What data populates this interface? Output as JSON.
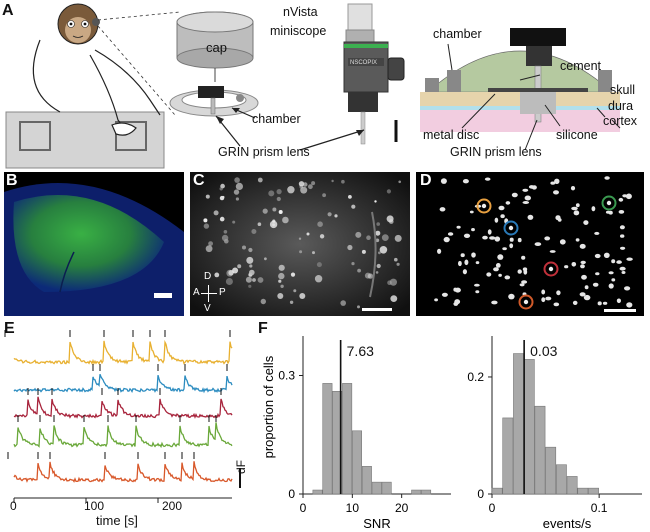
{
  "panels": {
    "A": {
      "letter": "A",
      "labels": {
        "cap": "cap",
        "nvista": "nVista",
        "miniscope": "miniscope",
        "chamber_left": "chamber",
        "grin_left": "GRIN prism lens",
        "chamber_right": "chamber",
        "cement": "cement",
        "skull": "skull",
        "dura": "dura",
        "cortex": "cortex",
        "metal_disc": "metal disc",
        "silicone": "silicone",
        "grin_right": "GRIN prism lens",
        "device_brand": "NSCOPIX"
      }
    },
    "B": {
      "letter": "B"
    },
    "C": {
      "letter": "C",
      "compass": {
        "d": "D",
        "v": "V",
        "a": "A",
        "p": "P"
      }
    },
    "D": {
      "letter": "D",
      "highlight_colors": [
        "#e8a040",
        "#2a7ab8",
        "#c0303a",
        "#d05a2a",
        "#3a9a50"
      ]
    },
    "E": {
      "letter": "E",
      "xlabel": "time [s]",
      "ylabel": "dF",
      "xticks": [
        "0",
        "100",
        "200"
      ],
      "trace_colors": [
        "#e8b030",
        "#2c8cc0",
        "#a8243c",
        "#6aa83a",
        "#d8582a"
      ]
    },
    "F": {
      "letter": "F"
    }
  },
  "chart_data": [
    {
      "type": "bar",
      "title": "",
      "xlabel": "SNR",
      "ylabel": "proportion of cells",
      "xlim": [
        0,
        30
      ],
      "ylim": [
        0,
        0.4
      ],
      "xticks": [
        "0",
        "10",
        "20"
      ],
      "yticks": [
        "0",
        "0.3"
      ],
      "bin_width": 2,
      "bin_starts": [
        2,
        4,
        6,
        8,
        10,
        12,
        14,
        16,
        18,
        20,
        22,
        24,
        26
      ],
      "values": [
        0.01,
        0.28,
        0.26,
        0.28,
        0.16,
        0.07,
        0.03,
        0.03,
        0.0,
        0.0,
        0.01,
        0.01,
        0.0
      ],
      "median_line": 7.63,
      "median_label": "7.63",
      "bar_color": "#a8a8a8"
    },
    {
      "type": "bar",
      "title": "",
      "xlabel": "events/s",
      "ylabel": "",
      "xlim": [
        0,
        0.14
      ],
      "ylim": [
        0,
        0.27
      ],
      "xticks": [
        "0",
        "0.1"
      ],
      "yticks": [
        "0",
        "0.2"
      ],
      "bin_width": 0.01,
      "bin_starts": [
        0.0,
        0.01,
        0.02,
        0.03,
        0.04,
        0.05,
        0.06,
        0.07,
        0.08,
        0.09
      ],
      "values": [
        0.01,
        0.13,
        0.24,
        0.23,
        0.15,
        0.08,
        0.05,
        0.03,
        0.01,
        0.01
      ],
      "median_line": 0.03,
      "median_label": "0.03",
      "bar_color": "#a8a8a8"
    }
  ]
}
